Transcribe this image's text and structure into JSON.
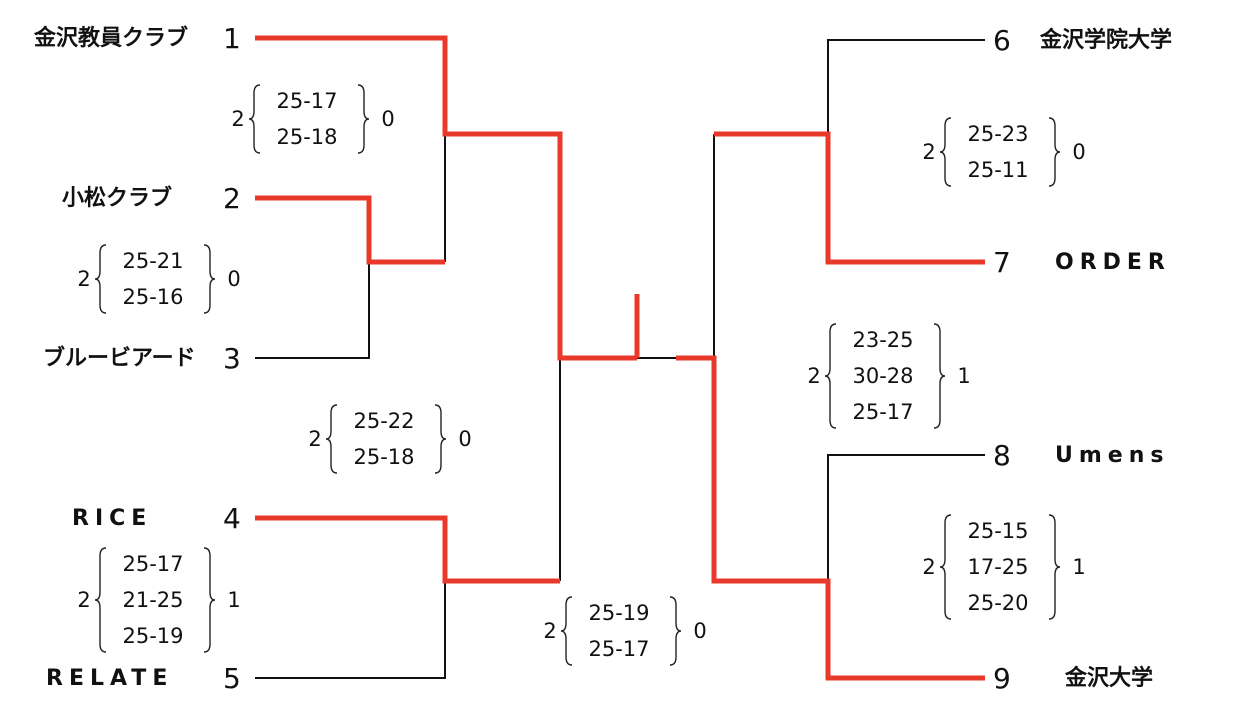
{
  "colors": {
    "winner_line": "#e8392a",
    "line": "#111111"
  },
  "teams": [
    {
      "seed": "1",
      "name": "金沢教員クラブ"
    },
    {
      "seed": "2",
      "name": "小松クラブ"
    },
    {
      "seed": "3",
      "name": "ブルービアード"
    },
    {
      "seed": "4",
      "name": "RICE"
    },
    {
      "seed": "5",
      "name": "RELATE"
    },
    {
      "seed": "6",
      "name": "金沢学院大学"
    },
    {
      "seed": "7",
      "name": "ORDER"
    },
    {
      "seed": "8",
      "name": "Umens"
    },
    {
      "seed": "9",
      "name": "金沢大学"
    }
  ],
  "matches": [
    {
      "id": "m1v23",
      "won": "2",
      "lost": "0",
      "sets": [
        "25-17",
        "25-18"
      ]
    },
    {
      "id": "m2v3",
      "won": "2",
      "lost": "0",
      "sets": [
        "25-21",
        "25-16"
      ]
    },
    {
      "id": "m123v45",
      "won": "2",
      "lost": "0",
      "sets": [
        "25-22",
        "25-18"
      ]
    },
    {
      "id": "m4v5",
      "won": "2",
      "lost": "1",
      "sets": [
        "25-17",
        "21-25",
        "25-19"
      ]
    },
    {
      "id": "final",
      "won": "2",
      "lost": "0",
      "sets": [
        "25-19",
        "25-17"
      ]
    },
    {
      "id": "m6v7",
      "won": "2",
      "lost": "0",
      "sets": [
        "25-23",
        "25-11"
      ]
    },
    {
      "id": "m67v89",
      "won": "2",
      "lost": "1",
      "sets": [
        "23-25",
        "30-28",
        "25-17"
      ]
    },
    {
      "id": "m8v9",
      "won": "2",
      "lost": "1",
      "sets": [
        "25-15",
        "17-25",
        "25-20"
      ]
    }
  ]
}
